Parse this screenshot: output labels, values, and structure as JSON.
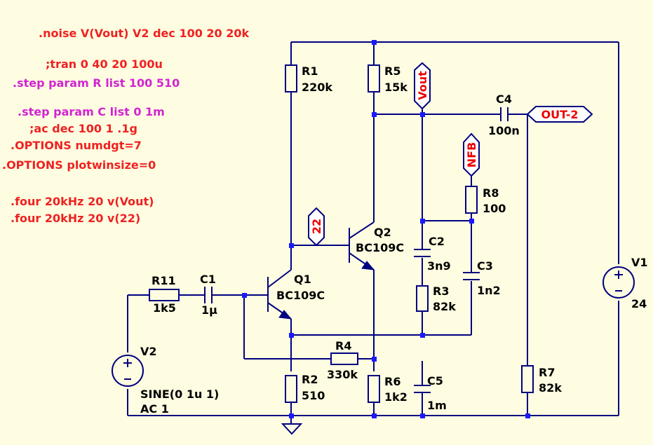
{
  "colors": {
    "background": "#fffde1",
    "wire": "#000080",
    "junction": "#1a1aff",
    "directive_red": "#ee2222",
    "directive_magenta": "#d224d2",
    "net_label_text": "#ee0000"
  },
  "directives": {
    "noise": ".noise V(Vout) V2 dec 100 20 20k",
    "tran": ";tran 0 40 20 100u",
    "step_r": ".step param R list 100 510",
    "step_c": ".step param C list 0 1m",
    "ac": ";ac dec 100 1 .1g",
    "opt_numdgt": ".OPTIONS numdgt=7",
    "opt_plotwinsize": ".OPTIONS plotwinsize=0",
    "four_vout": ".four 20kHz 20 v(Vout)",
    "four_22": ".four 20kHz 20 v(22)"
  },
  "components": {
    "r1": {
      "name": "R1",
      "value": "220k"
    },
    "r2": {
      "name": "R2",
      "value": "510"
    },
    "r3": {
      "name": "R3",
      "value": "82k"
    },
    "r4": {
      "name": "R4",
      "value": "330k"
    },
    "r5": {
      "name": "R5",
      "value": "15k"
    },
    "r6": {
      "name": "R6",
      "value": "1k2"
    },
    "r7": {
      "name": "R7",
      "value": "82k"
    },
    "r8": {
      "name": "R8",
      "value": "100"
    },
    "r11": {
      "name": "R11",
      "value": "1k5"
    },
    "c1": {
      "name": "C1",
      "value": "1µ"
    },
    "c2": {
      "name": "C2",
      "value": "3n9"
    },
    "c3": {
      "name": "C3",
      "value": "1n2"
    },
    "c4": {
      "name": "C4",
      "value": "100n"
    },
    "c5": {
      "name": "C5",
      "value": "1m"
    },
    "q1": {
      "name": "Q1",
      "value": "BC109C"
    },
    "q2": {
      "name": "Q2",
      "value": "BC109C"
    },
    "v1": {
      "name": "V1",
      "value": "24"
    },
    "v2": {
      "name": "V2",
      "value": "SINE(0 1u 1)",
      "value2": "AC 1"
    }
  },
  "net_labels": {
    "vout": "Vout",
    "nfb": "NFB",
    "n22": "22",
    "out2": "OUT-2"
  }
}
